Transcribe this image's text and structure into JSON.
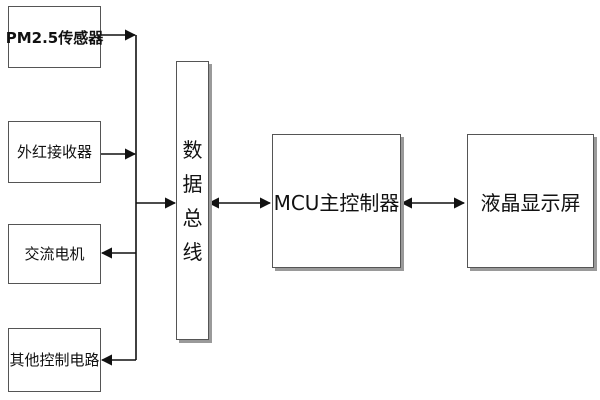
{
  "diagram": {
    "blocks": {
      "pm25_sensor": "PM2.5传感器",
      "ir_receiver": "外红接收器",
      "ac_motor": "交流电机",
      "other_circuit": "其他控制电路",
      "data_bus": [
        "数",
        "据",
        "总",
        "线"
      ],
      "mcu": "MCU主控制器",
      "lcd": "液晶显示屏"
    }
  }
}
